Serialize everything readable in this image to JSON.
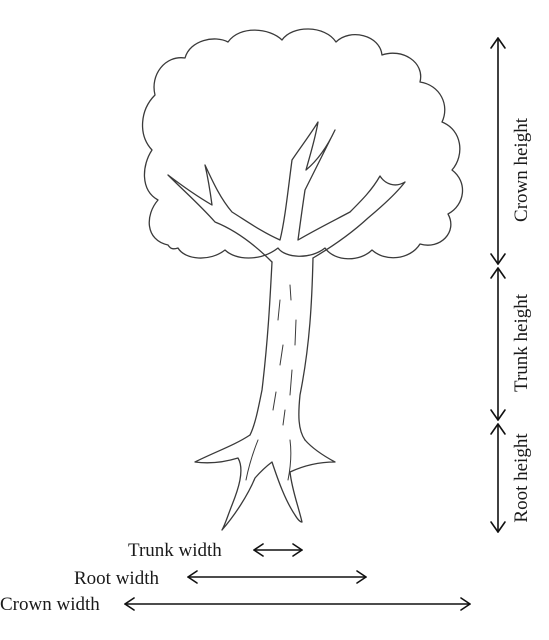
{
  "diagram": {
    "labels": {
      "crown_height": "Crown height",
      "trunk_height": "Trunk height",
      "root_height": "Root height",
      "trunk_width": "Trunk width",
      "root_width": "Root width",
      "crown_width": "Crown width"
    }
  }
}
